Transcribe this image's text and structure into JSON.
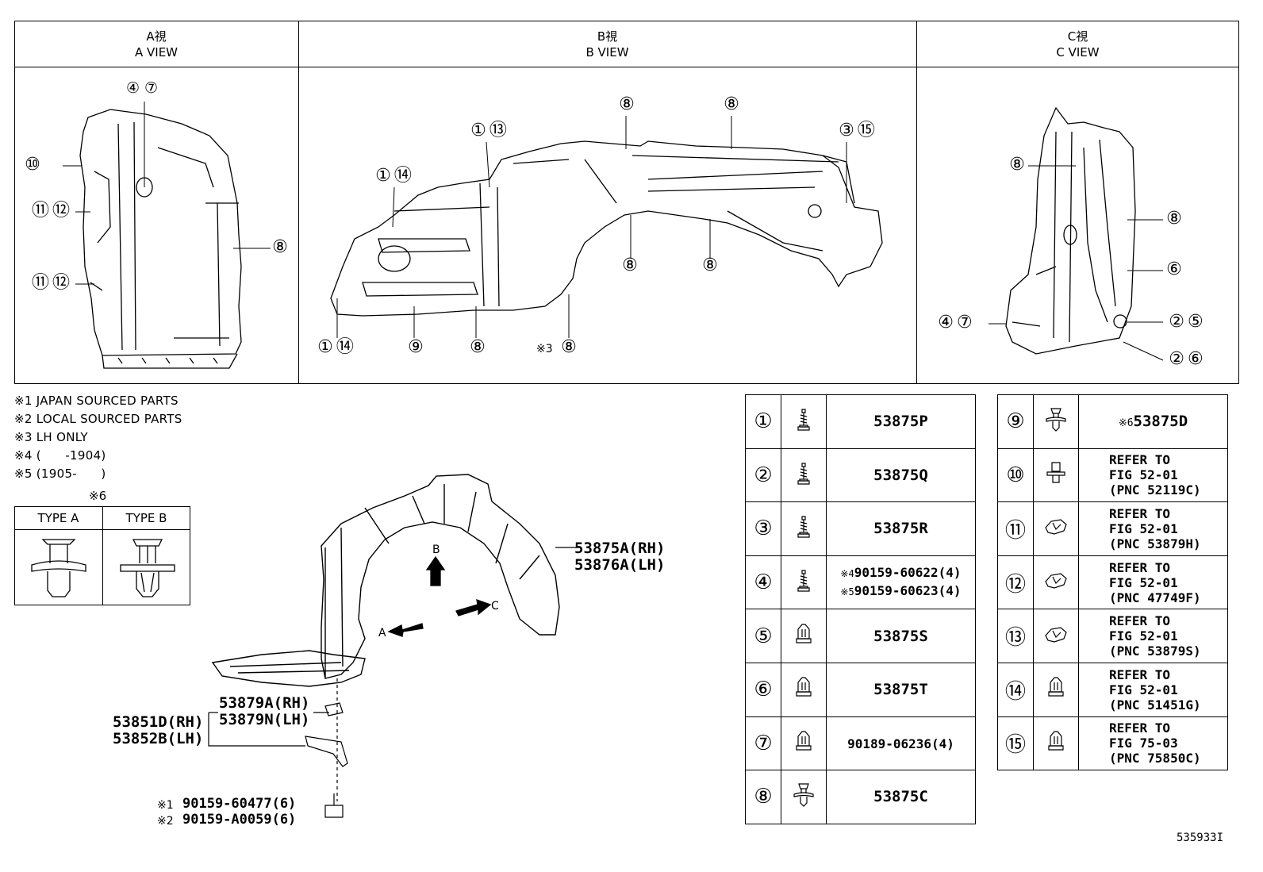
{
  "views": [
    {
      "title_jp": "A視",
      "title_en": "A VIEW"
    },
    {
      "title_jp": "B視",
      "title_en": "B VIEW"
    },
    {
      "title_jp": "C視",
      "title_en": "C VIEW"
    }
  ],
  "notes": [
    "※1 JAPAN SOURCED PARTS",
    "※2 LOCAL SOURCED PARTS",
    "※3 LH ONLY",
    "※4 (      -1904)",
    "※5 (1905-      )"
  ],
  "type_table": {
    "mark": "※6",
    "type_a": "TYPE A",
    "type_b": "TYPE B"
  },
  "view_callouts": {
    "a_view": [
      "④⑦",
      "⑩",
      "⑪⑫",
      "⑪⑫",
      "⑧"
    ],
    "b_view": [
      "⑧",
      "⑧",
      "①⑬",
      "③⑮",
      "①⑭",
      "⑧",
      "⑧",
      "①⑭",
      "⑨",
      "⑧",
      "※3",
      "⑧"
    ],
    "c_view": [
      "⑧",
      "⑧",
      "⑥",
      "④⑦",
      "②⑤",
      "②⑥"
    ]
  },
  "main_labels": {
    "liner_rh": "53875A(RH)",
    "liner_lh": "53876A(LH)",
    "arrow_a": "A",
    "arrow_b": "B",
    "arrow_c": "C",
    "clip_rh": "53879A(RH)",
    "clip_lh": "53879N(LH)",
    "bracket_rh": "53851D(RH)",
    "bracket_lh": "53852B(LH)",
    "bolt_1_mark": "※1",
    "bolt_1": "90159-60477(6)",
    "bolt_2_mark": "※2",
    "bolt_2": "90159-A0059(6)"
  },
  "parts_left": [
    {
      "num": "①",
      "icon": "screw-icon",
      "pnc": "53875P"
    },
    {
      "num": "②",
      "icon": "screw-icon",
      "pnc": "53875Q"
    },
    {
      "num": "③",
      "icon": "screw-icon",
      "pnc": "53875R"
    },
    {
      "num": "④",
      "icon": "screw-icon",
      "pnc_mark_1": "※4",
      "pnc_1": "90159-60622(4)",
      "pnc_mark_2": "※5",
      "pnc_2": "90159-60623(4)"
    },
    {
      "num": "⑤",
      "icon": "nut-icon",
      "pnc": "53875S"
    },
    {
      "num": "⑥",
      "icon": "nut-icon",
      "pnc": "53875T"
    },
    {
      "num": "⑦",
      "icon": "nut-icon",
      "pnc": "90189-06236(4)"
    },
    {
      "num": "⑧",
      "icon": "clip-icon",
      "pnc": "53875C"
    }
  ],
  "parts_right": [
    {
      "num": "⑨",
      "icon": "clip-icon",
      "pnc_mark": "※6",
      "pnc": "53875D"
    },
    {
      "num": "⑩",
      "icon": "push-clip-icon",
      "ref_1": "REFER TO",
      "ref_2": "FIG 52-01",
      "ref_3": "(PNC 52119C)"
    },
    {
      "num": "⑪",
      "icon": "retainer-icon",
      "ref_1": "REFER TO",
      "ref_2": "FIG 52-01",
      "ref_3": "(PNC 53879H)"
    },
    {
      "num": "⑫",
      "icon": "retainer-icon",
      "ref_1": "REFER TO",
      "ref_2": "FIG 52-01",
      "ref_3": "(PNC 47749F)"
    },
    {
      "num": "⑬",
      "icon": "retainer-icon",
      "ref_1": "REFER TO",
      "ref_2": "FIG 52-01",
      "ref_3": "(PNC 53879S)"
    },
    {
      "num": "⑭",
      "icon": "nut-icon",
      "ref_1": "REFER TO",
      "ref_2": "FIG 52-01",
      "ref_3": "(PNC 51451G)"
    },
    {
      "num": "⑮",
      "icon": "nut-icon",
      "ref_1": "REFER TO",
      "ref_2": "FIG 75-03",
      "ref_3": "(PNC 75850C)"
    }
  ],
  "figure_id": "535933I"
}
